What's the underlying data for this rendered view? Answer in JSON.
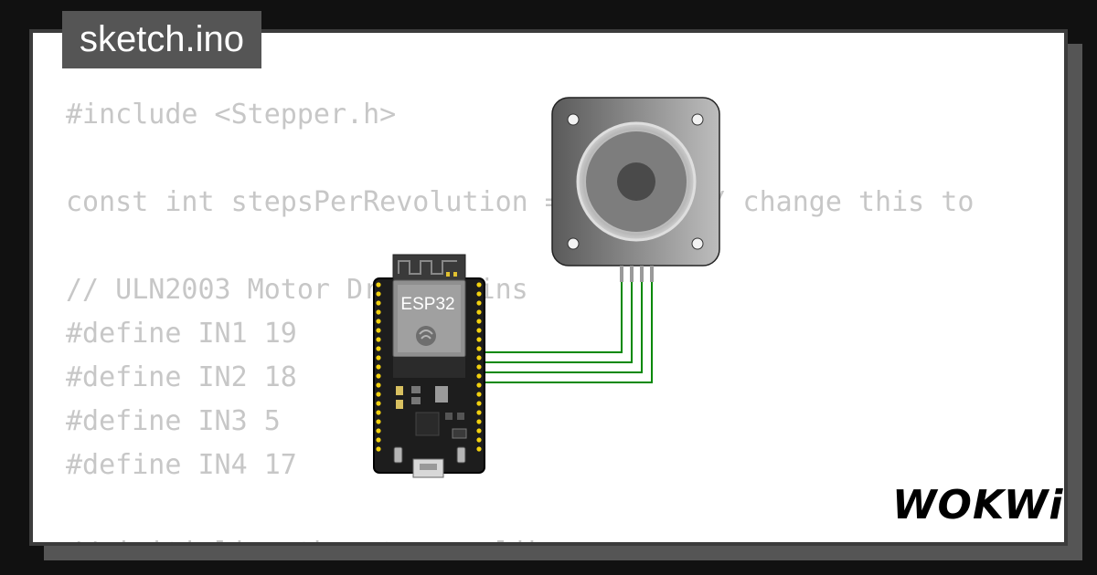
{
  "window": {
    "tab_title": "sketch.ino"
  },
  "editor": {
    "lines": [
      "#include <Stepper.h>",
      "",
      "const int stepsPerRevolution = 2048;  // change this to",
      "",
      "// ULN2003 Motor Driver Pins",
      "#define IN1 19",
      "#define IN2 18",
      "#define IN3 5",
      "#define IN4 17",
      "",
      "// initialize the stepper library"
    ]
  },
  "diagram": {
    "board_label": "ESP32",
    "wire_color": "#008800",
    "pin_color": "#f2d10e"
  },
  "brand": {
    "logo_text": "WOKWi"
  },
  "colors": {
    "background": "#111111",
    "tab": "#555555",
    "code_text": "#c7c7c7"
  }
}
